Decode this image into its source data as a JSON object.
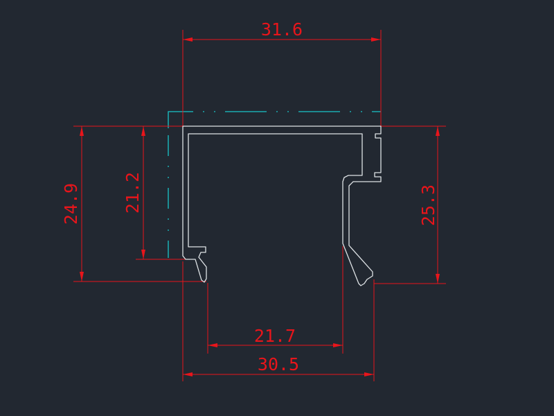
{
  "colors": {
    "background": "#222831",
    "dimension": "#e8151b",
    "profile": "#dfe3e6",
    "centerline": "#19c5c9"
  },
  "dimensions": {
    "overall_width": "31.6",
    "left_outer_height": "24.9",
    "left_inner_height": "21.2",
    "right_height": "25.3",
    "opening_width": "21.7",
    "bottom_width": "30.5"
  }
}
